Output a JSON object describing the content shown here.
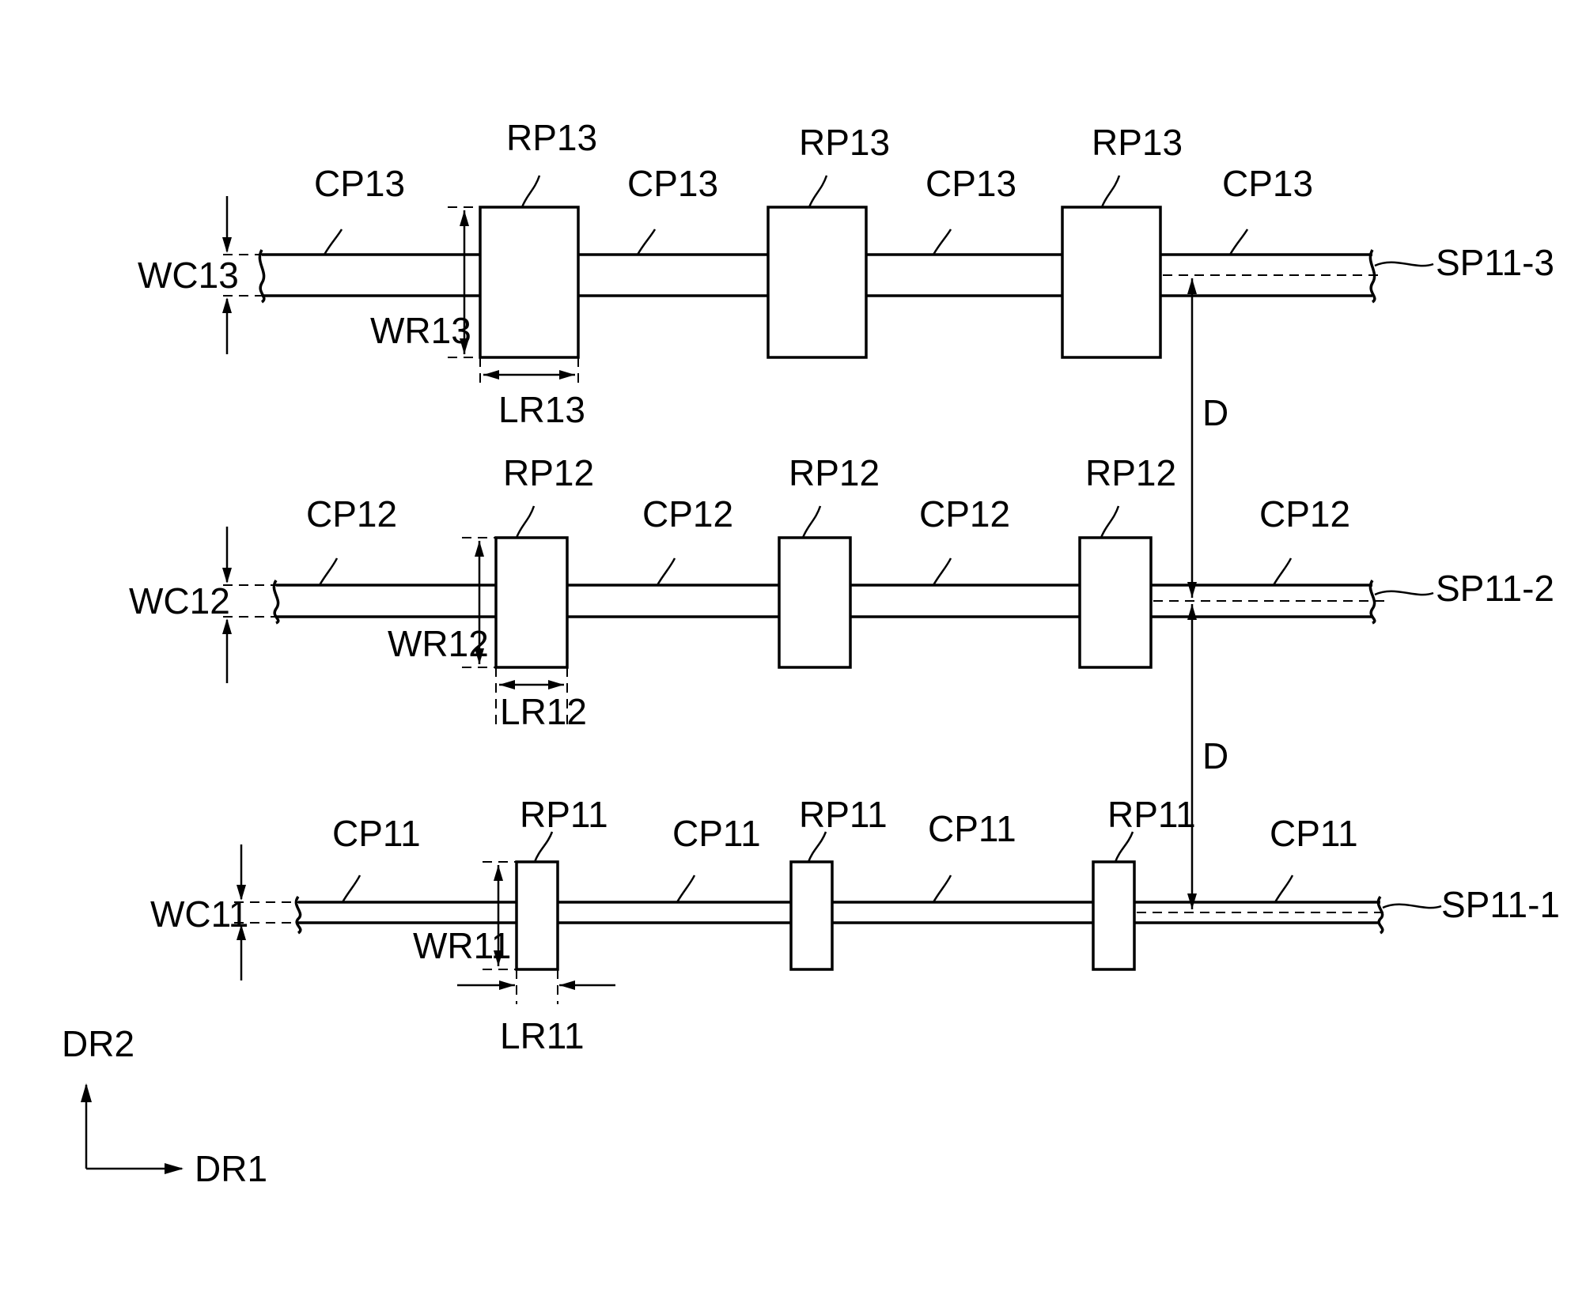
{
  "figure": {
    "rows": [
      {
        "id": "row-3",
        "strip_label": "SP11-3",
        "width_label_connector": "WC13",
        "width_label_resistor": "WR13",
        "length_label": "LR13",
        "resistor_labels": [
          "RP13",
          "RP13",
          "RP13"
        ],
        "connector_labels": [
          "CP13",
          "CP13",
          "CP13",
          "CP13"
        ]
      },
      {
        "id": "row-2",
        "strip_label": "SP11-2",
        "width_label_connector": "WC12",
        "width_label_resistor": "WR12",
        "length_label": "LR12",
        "resistor_labels": [
          "RP12",
          "RP12",
          "RP12"
        ],
        "connector_labels": [
          "CP12",
          "CP12",
          "CP12",
          "CP12"
        ]
      },
      {
        "id": "row-1",
        "strip_label": "SP11-1",
        "width_label_connector": "WC11",
        "width_label_resistor": "WR11",
        "length_label": "LR11",
        "resistor_labels": [
          "RP11",
          "RP11",
          "RP11"
        ],
        "connector_labels": [
          "CP11",
          "CP11",
          "CP11",
          "CP11"
        ]
      }
    ],
    "spacing_labels": [
      "D",
      "D"
    ],
    "axes": {
      "horizontal": "DR1",
      "vertical": "DR2"
    }
  }
}
